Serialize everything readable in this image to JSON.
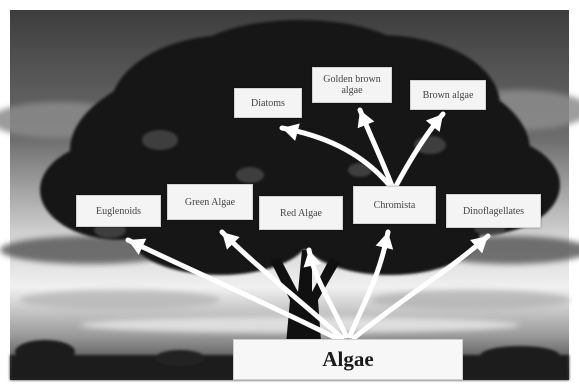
{
  "diagram": {
    "root": {
      "id": "algae",
      "label": "Algae"
    },
    "nodes": [
      {
        "id": "euglenoids",
        "label": "Euglenoids"
      },
      {
        "id": "green-algae",
        "label": "Green Algae"
      },
      {
        "id": "red-algae",
        "label": "Red Algae"
      },
      {
        "id": "chromista",
        "label": "Chromista"
      },
      {
        "id": "dinoflagellates",
        "label": "Dinoflagellates"
      },
      {
        "id": "diatoms",
        "label": "Diatoms"
      },
      {
        "id": "golden-brown-algae",
        "label": "Golden brown algae"
      },
      {
        "id": "brown-algae",
        "label": "Brown algae"
      }
    ],
    "edges": [
      {
        "from": "algae",
        "to": "euglenoids"
      },
      {
        "from": "algae",
        "to": "green-algae"
      },
      {
        "from": "algae",
        "to": "red-algae"
      },
      {
        "from": "algae",
        "to": "chromista"
      },
      {
        "from": "algae",
        "to": "dinoflagellates"
      },
      {
        "from": "chromista",
        "to": "diatoms"
      },
      {
        "from": "chromista",
        "to": "golden-brown-algae"
      },
      {
        "from": "chromista",
        "to": "brown-algae"
      }
    ]
  },
  "colors": {
    "sky_light": "#e8e8e8",
    "sky_dark": "#4a4a4a",
    "tree": "#141414",
    "arrow": "#ffffff",
    "label_bg": "#f4f4f4",
    "label_text": "#444444"
  }
}
